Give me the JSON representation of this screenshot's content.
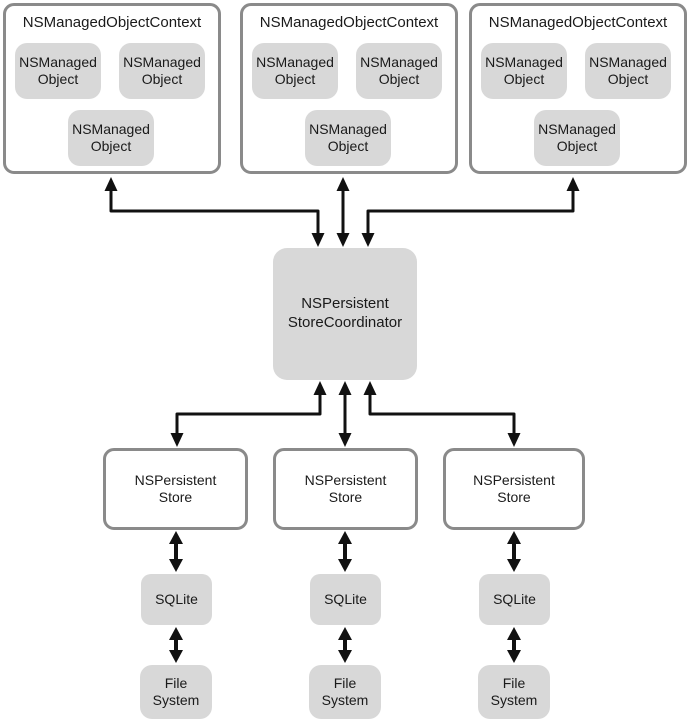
{
  "colors": {
    "box_fill": "#d8d8d8",
    "box_outline": "#8a8a8a",
    "arrow": "#111111",
    "background": "#ffffff",
    "text": "#1a1a1a"
  },
  "contexts": [
    {
      "title": "NSManagedObjectContext",
      "objects": [
        "NSManaged\nObject",
        "NSManaged\nObject",
        "NSManaged\nObject"
      ]
    },
    {
      "title": "NSManagedObjectContext",
      "objects": [
        "NSManaged\nObject",
        "NSManaged\nObject",
        "NSManaged\nObject"
      ]
    },
    {
      "title": "NSManagedObjectContext",
      "objects": [
        "NSManaged\nObject",
        "NSManaged\nObject",
        "NSManaged\nObject"
      ]
    }
  ],
  "coordinator": {
    "label": "NSPersistent\nStoreCoordinator"
  },
  "stores": [
    {
      "label": "NSPersistent\nStore"
    },
    {
      "label": "NSPersistent\nStore"
    },
    {
      "label": "NSPersistent\nStore"
    }
  ],
  "sqlite": [
    {
      "label": "SQLite"
    },
    {
      "label": "SQLite"
    },
    {
      "label": "SQLite"
    }
  ],
  "filesystem": [
    {
      "label": "File\nSystem"
    },
    {
      "label": "File\nSystem"
    },
    {
      "label": "File\nSystem"
    }
  ]
}
